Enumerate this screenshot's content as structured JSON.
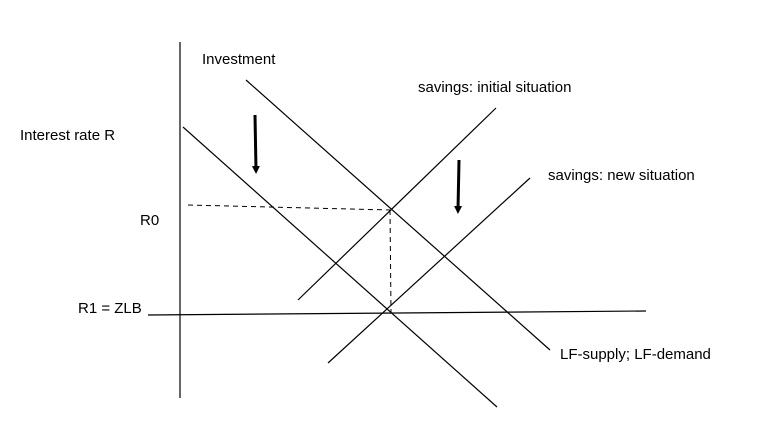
{
  "labels": {
    "y_axis": "Interest rate R",
    "investment": "Investment",
    "savings_initial": "savings: initial situation",
    "savings_new": "savings: new situation",
    "r0": "R0",
    "r1": "R1 = ZLB",
    "legend": "LF-supply; LF-demand"
  },
  "colors": {
    "line": "#000000",
    "background": "#ffffff"
  }
}
